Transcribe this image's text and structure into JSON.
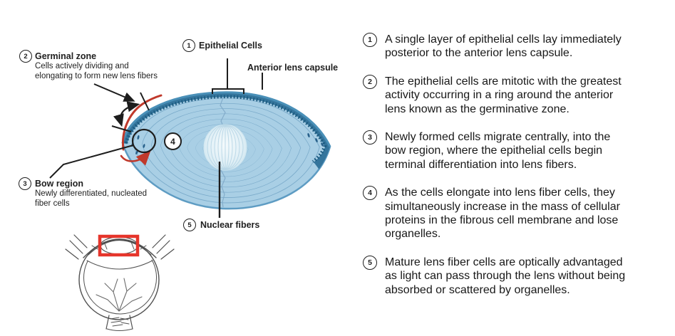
{
  "diagram": {
    "labels": {
      "epithelial": {
        "num": "1",
        "title": "Epithelial Cells"
      },
      "capsule": {
        "title": "Anterior lens capsule"
      },
      "germinal": {
        "num": "2",
        "title": "Germinal zone",
        "desc_lines": [
          "Cells actively dividing and",
          "elongating to form new lens fibers"
        ]
      },
      "bow": {
        "num": "3",
        "title": "Bow region",
        "desc_lines": [
          "Newly differentiated, nucleated",
          "fiber cells"
        ]
      },
      "interior": {
        "num": "4"
      },
      "nuclear": {
        "num": "5",
        "title": "Nuclear fibers"
      }
    },
    "icons": {
      "lens_cross_section": "lens-cross-section-illustration",
      "eye_sketch": "eye-cross-section-sketch",
      "highlight_box": "red-highlight-rectangle"
    }
  },
  "notes": [
    {
      "num": "1",
      "lines": [
        "A single layer of epithelial cells lay immediately",
        "posterior to the anterior lens capsule."
      ]
    },
    {
      "num": "2",
      "lines": [
        "The epithelial cells are mitotic with the greatest",
        "activity occurring in a ring around the anterior",
        "lens known as the germinative zone."
      ]
    },
    {
      "num": "3",
      "lines": [
        "Newly formed cells migrate centrally, into the",
        "bow region, where the epithelial cells begin",
        "terminal differentiation into lens fibers."
      ]
    },
    {
      "num": "4",
      "lines": [
        "As the cells elongate into lens fiber cells, they",
        "simultaneously increase in the mass of cellular",
        "proteins in the fibrous cell membrane and lose",
        "organelles."
      ]
    },
    {
      "num": "5",
      "lines": [
        "Mature lens fiber cells are optically advantaged",
        "as light can pass through the lens without being",
        "absorbed or scattered by organelles."
      ]
    }
  ],
  "colors": {
    "ink": "#1f1f1f",
    "lens_body": "#a9cfe5",
    "lens_ring": "#6fa2c4",
    "capsule_edge": "#4a90b8",
    "capsule_band": "#35759c",
    "cell_dots": "#1c5b80",
    "nucleus_light": "#edf7fb",
    "nucleus_mid": "#cfe6f0",
    "accent_red": "#c0392b",
    "highlight_red": "#e6352b",
    "sketch_gray": "#3e3e3e"
  }
}
